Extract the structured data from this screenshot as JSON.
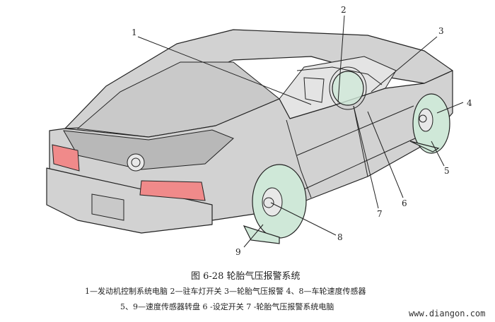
{
  "callouts": [
    "1",
    "2",
    "3",
    "4",
    "5",
    "6",
    "7",
    "8",
    "9"
  ],
  "caption": {
    "title": "图 6-28   轮胎气压报警系统",
    "line1": "1—发动机控制系统电脑   2—驻车灯开关   3—轮胎气压报警   4、8—车轮速度传感器",
    "line2": "5、9—速度传感器转盘   6  -设定开关   7  -轮胎气压报警系统电脑"
  },
  "watermark": "www.diangon.com",
  "colors": {
    "tire_highlight": "#cfe8d8",
    "tail_light": "#f08a8a",
    "body": "#d2d2d2"
  }
}
